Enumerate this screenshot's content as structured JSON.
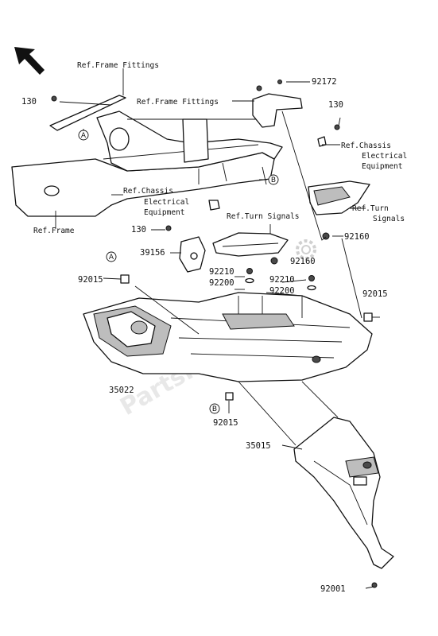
{
  "labels": {
    "ref_frame_fittings_top": "Ref.Frame Fittings",
    "ref_frame_fittings_mid": "Ref.Frame Fittings",
    "ref_chassis_elec_right_1": "Ref.Chassis",
    "ref_chassis_elec_right_2": "Electrical",
    "ref_chassis_elec_right_3": "Equipment",
    "ref_chassis_elec_left_1": "Ref.Chassis",
    "ref_chassis_elec_left_2": "Electrical",
    "ref_chassis_elec_left_3": "Equipment",
    "ref_turn_signals_mid": "Ref.Turn Signals",
    "ref_turn_signals_right_1": "Ref.Turn",
    "ref_turn_signals_right_2": "Signals",
    "ref_frame": "Ref.Frame"
  },
  "parts": {
    "p130_a": "130",
    "p130_b": "130",
    "p130_c": "130",
    "p92172": "92172",
    "p92160_a": "92160",
    "p92160_b": "92160",
    "p39156": "39156",
    "p92210_a": "92210",
    "p92210_b": "92210",
    "p92200_a": "92200",
    "p92200_b": "92200",
    "p92015_a": "92015",
    "p92015_b": "92015",
    "p92015_c": "92015",
    "p35022": "35022",
    "p35015": "35015",
    "p92001": "92001"
  },
  "callouts": {
    "a_top": "A",
    "a_mid": "A",
    "b_top": "B",
    "b_bottom": "B"
  },
  "watermark": "PartsRepublik"
}
